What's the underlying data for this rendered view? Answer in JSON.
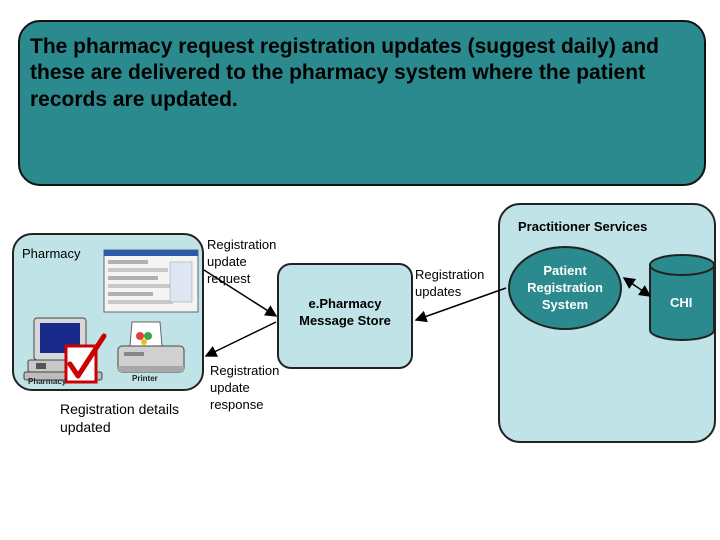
{
  "banner": {
    "text": "The pharmacy request registration updates (suggest daily) and these are delivered to the pharmacy system where the patient records are updated."
  },
  "practitioner_services": {
    "title": "Practitioner Services"
  },
  "pharmacy": {
    "title": "Pharmacy",
    "computer_label": "Pharmacy",
    "printer_label": "Printer",
    "details_label": "Registration details updated"
  },
  "flows": {
    "request": "Registration update request",
    "response": "Registration update response",
    "updates": "Registration updates"
  },
  "message_store": {
    "label": "e.Pharmacy Message Store"
  },
  "patient_registration": {
    "label": "Patient Registration System"
  },
  "chi": {
    "label": "CHI"
  },
  "colors": {
    "banner": "#2a8a8e",
    "box_fill": "#bfe3e7",
    "check": "#cc0000"
  },
  "icons": [
    "computer-icon",
    "printer-icon",
    "checkmark-icon",
    "database-icon",
    "screenshot-thumbnail"
  ]
}
